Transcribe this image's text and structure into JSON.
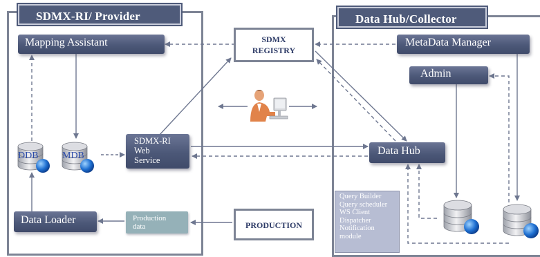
{
  "regions": {
    "provider_title": "SDMX-RI/ Provider",
    "collector_title": "Data Hub/Collector"
  },
  "nodes": {
    "mapping_assistant": "Mapping Assistant",
    "sdmx_registry_line1": "SDMX",
    "sdmx_registry_line2": "REGISTRY",
    "metadata_manager": "MetaData Manager",
    "admin": "Admin",
    "ddb": "DDB",
    "mdb": "MDB",
    "web_service_line1": "SDMX-RI",
    "web_service_line2": "Web",
    "web_service_line3": "Service",
    "data_hub": "Data Hub",
    "data_loader": "Data Loader",
    "production_data_line1": "Production",
    "production_data_line2": "data",
    "production": "PRODUCTION",
    "tools": [
      "Query Builder",
      "Query scheduler",
      "WS Client",
      "Dispatcher",
      "Notification",
      "module"
    ]
  },
  "icons": {
    "user": "person-at-computer-icon",
    "database": "database-globe-icon"
  },
  "colors": {
    "box_fill": "#4c5878",
    "border": "#7d8495",
    "production_data_fill": "#95b1b8",
    "tools_fill": "#b7bdd3",
    "registry_text": "#2c3a66"
  }
}
